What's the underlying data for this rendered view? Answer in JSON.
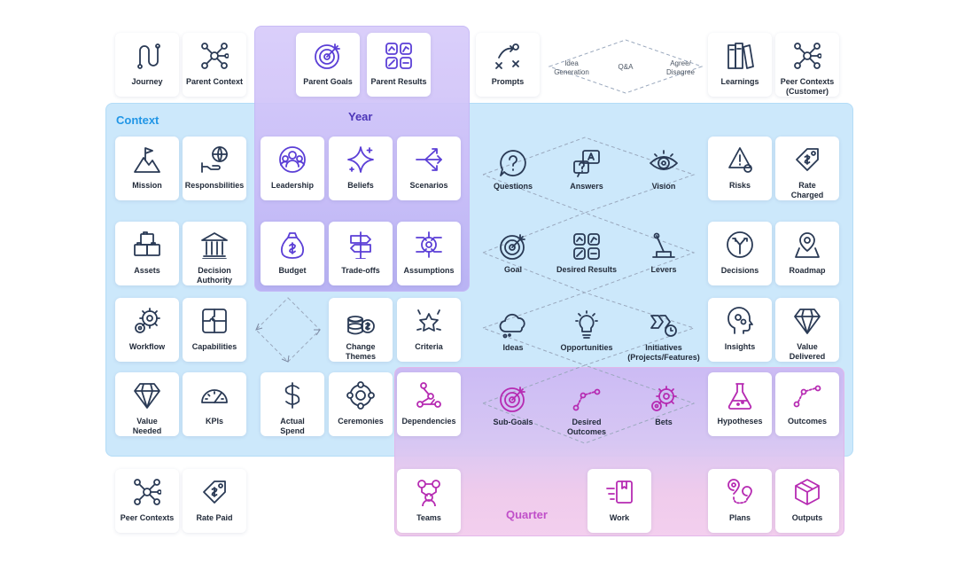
{
  "regions": {
    "context": {
      "label": "Context",
      "color": "#2196e6"
    },
    "year": {
      "label": "Year",
      "color": "#4c35b8"
    },
    "quarter": {
      "label": "Quarter",
      "color": "#c04fc9"
    }
  },
  "colors": {
    "icon_dark": "#2a3a55",
    "icon_purple": "#5b3fd6",
    "icon_pink": "#b62bb2"
  },
  "cards": [
    {
      "id": "journey",
      "label": "Journey",
      "icon": "journey-icon",
      "color": "dark"
    },
    {
      "id": "parent-context",
      "label": "Parent Context",
      "icon": "network-icon",
      "color": "dark"
    },
    {
      "id": "parent-goals",
      "label": "Parent Goals",
      "icon": "target-icon",
      "color": "purple"
    },
    {
      "id": "parent-results",
      "label": "Parent Results",
      "icon": "results-grid-icon",
      "color": "purple"
    },
    {
      "id": "prompts",
      "label": "Prompts",
      "icon": "play-diagram-icon",
      "color": "dark"
    },
    {
      "id": "learnings",
      "label": "Learnings",
      "icon": "books-icon",
      "color": "dark"
    },
    {
      "id": "peer-contexts-customer",
      "label": "Peer Contexts (Customer)",
      "icon": "network-icon",
      "color": "dark"
    },
    {
      "id": "mission",
      "label": "Mission",
      "icon": "mountain-flag-icon",
      "color": "dark"
    },
    {
      "id": "responsibilities",
      "label": "Responsbilities",
      "icon": "hand-globe-icon",
      "color": "dark"
    },
    {
      "id": "leadership",
      "label": "Leadership",
      "icon": "team-circle-icon",
      "color": "purple"
    },
    {
      "id": "beliefs",
      "label": "Beliefs",
      "icon": "sparkle-icon",
      "color": "purple"
    },
    {
      "id": "scenarios",
      "label": "Scenarios",
      "icon": "branch-arrows-icon",
      "color": "purple"
    },
    {
      "id": "risks",
      "label": "Risks",
      "icon": "risk-gear-icon",
      "color": "dark"
    },
    {
      "id": "rate-charged",
      "label": "Rate Charged",
      "icon": "price-tag-icon",
      "color": "dark"
    },
    {
      "id": "assets",
      "label": "Assets",
      "icon": "blocks-icon",
      "color": "dark"
    },
    {
      "id": "decision-authority",
      "label": "Decision Authority",
      "icon": "bank-icon",
      "color": "dark"
    },
    {
      "id": "budget",
      "label": "Budget",
      "icon": "money-bag-icon",
      "color": "purple"
    },
    {
      "id": "trade-offs",
      "label": "Trade-offs",
      "icon": "signpost-icon",
      "color": "purple"
    },
    {
      "id": "assumptions",
      "label": "Assumptions",
      "icon": "circuit-icon",
      "color": "purple"
    },
    {
      "id": "decisions",
      "label": "Decisions",
      "icon": "split-arrow-icon",
      "color": "dark"
    },
    {
      "id": "roadmap",
      "label": "Roadmap",
      "icon": "map-pin-icon",
      "color": "dark"
    },
    {
      "id": "workflow",
      "label": "Workflow",
      "icon": "gears-icon",
      "color": "dark"
    },
    {
      "id": "capabilities",
      "label": "Capabilities",
      "icon": "puzzle-icon",
      "color": "dark"
    },
    {
      "id": "change-themes",
      "label": "Change Themes",
      "icon": "coins-icon",
      "color": "dark"
    },
    {
      "id": "criteria",
      "label": "Criteria",
      "icon": "stars-icon",
      "color": "dark"
    },
    {
      "id": "insights",
      "label": "Insights",
      "icon": "head-gears-icon",
      "color": "dark"
    },
    {
      "id": "value-delivered",
      "label": "Value Delivered",
      "icon": "diamond-icon",
      "color": "dark"
    },
    {
      "id": "value-needed",
      "label": "Value Needed",
      "icon": "diamond-icon",
      "color": "dark"
    },
    {
      "id": "kpis",
      "label": "KPIs",
      "icon": "gauge-icon",
      "color": "dark"
    },
    {
      "id": "actual-spend",
      "label": "Actual Spend",
      "icon": "dollar-icon",
      "color": "dark"
    },
    {
      "id": "ceremonies",
      "label": "Ceremonies",
      "icon": "cycle-icon",
      "color": "dark"
    },
    {
      "id": "dependencies",
      "label": "Dependencies",
      "icon": "dependency-icon",
      "color": "pink"
    },
    {
      "id": "hypotheses",
      "label": "Hypotheses",
      "icon": "flask-icon",
      "color": "pink"
    },
    {
      "id": "outcomes",
      "label": "Outcomes",
      "icon": "line-points-icon",
      "color": "pink"
    },
    {
      "id": "peer-contexts",
      "label": "Peer Contexts",
      "icon": "network-icon",
      "color": "dark"
    },
    {
      "id": "rate-paid",
      "label": "Rate Paid",
      "icon": "price-tag-icon",
      "color": "dark"
    },
    {
      "id": "teams",
      "label": "Teams",
      "icon": "team-tree-icon",
      "color": "pink"
    },
    {
      "id": "work",
      "label": "Work",
      "icon": "box-speed-icon",
      "color": "pink"
    },
    {
      "id": "plans",
      "label": "Plans",
      "icon": "route-pins-icon",
      "color": "pink"
    },
    {
      "id": "outputs",
      "label": "Outputs",
      "icon": "cube-box-icon",
      "color": "pink"
    }
  ],
  "floating": [
    {
      "id": "questions",
      "label": "Questions",
      "icon": "question-bubble-icon",
      "color": "dark"
    },
    {
      "id": "answers",
      "label": "Answers",
      "icon": "qa-bubbles-icon",
      "color": "dark"
    },
    {
      "id": "vision",
      "label": "Vision",
      "icon": "eye-icon",
      "color": "dark"
    },
    {
      "id": "goal",
      "label": "Goal",
      "icon": "target-icon",
      "color": "dark"
    },
    {
      "id": "desired-results",
      "label": "Desired Results",
      "icon": "results-grid-icon",
      "color": "dark"
    },
    {
      "id": "levers",
      "label": "Levers",
      "icon": "lever-icon",
      "color": "dark"
    },
    {
      "id": "ideas",
      "label": "Ideas",
      "icon": "cloud-icon",
      "color": "dark"
    },
    {
      "id": "opportunities",
      "label": "Opportunities",
      "icon": "bulb-icon",
      "color": "dark"
    },
    {
      "id": "initiatives",
      "label": "Initiatives (Projects/Features)",
      "icon": "chevrons-clock-icon",
      "color": "dark"
    },
    {
      "id": "sub-goals",
      "label": "Sub-Goals",
      "icon": "target-icon",
      "color": "pink"
    },
    {
      "id": "desired-outcomes",
      "label": "Desired Outcomes",
      "icon": "line-points-icon",
      "color": "pink"
    },
    {
      "id": "bets",
      "label": "Bets",
      "icon": "gears-icon",
      "color": "pink"
    }
  ],
  "flow": {
    "idea_generation": "Idea Generation",
    "qa": "Q&A",
    "agree_disagree": "Agree/ Disagree"
  }
}
